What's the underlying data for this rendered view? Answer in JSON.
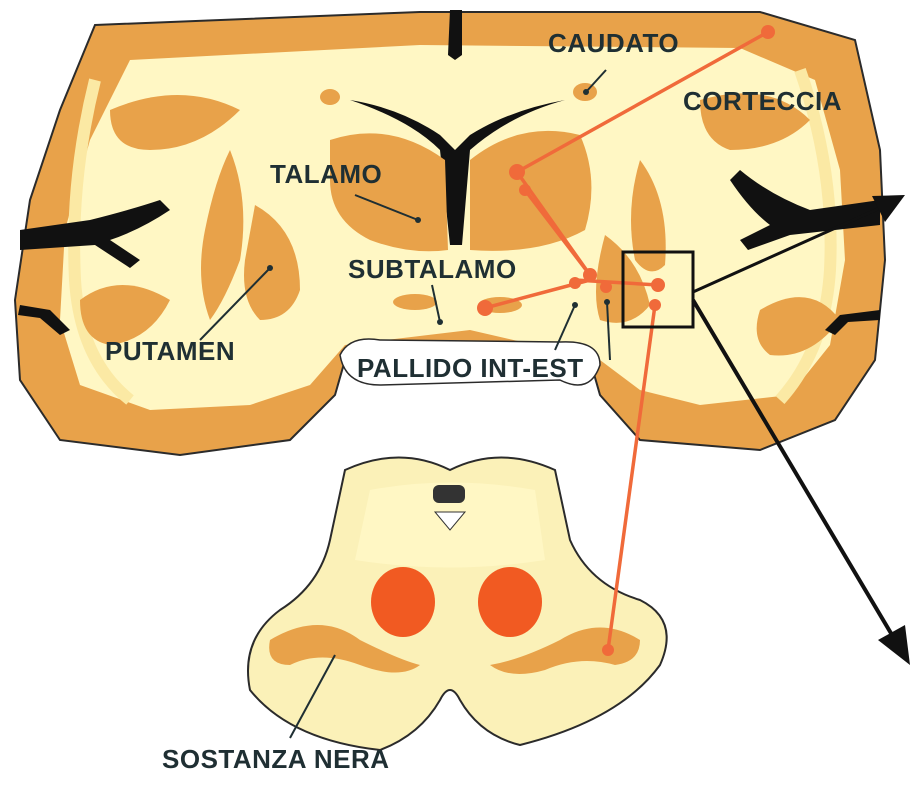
{
  "labels": {
    "caudato": "CAUDATO",
    "corteccia": "CORTECCIA",
    "talamo": "TALAMO",
    "subtalamo": "SUBTALAMO",
    "putamen": "PUTAMEN",
    "pallido": "PALLIDO INT-EST",
    "sostanza_nera": "SOSTANZA NERA"
  },
  "colors": {
    "cortex_orange": "#e8a24a",
    "white_matter": "#fff7c4",
    "pale_yellow": "#fbf1b8",
    "ventricle_black": "#111111",
    "pathway_red": "#f06a3a",
    "nucleus_red": "#f15a22",
    "outline": "#2b2b2b"
  },
  "icons": {
    "pathway_node": "circle-dot",
    "pointer_arrow": "black-arrow",
    "region_box": "square-outline"
  }
}
